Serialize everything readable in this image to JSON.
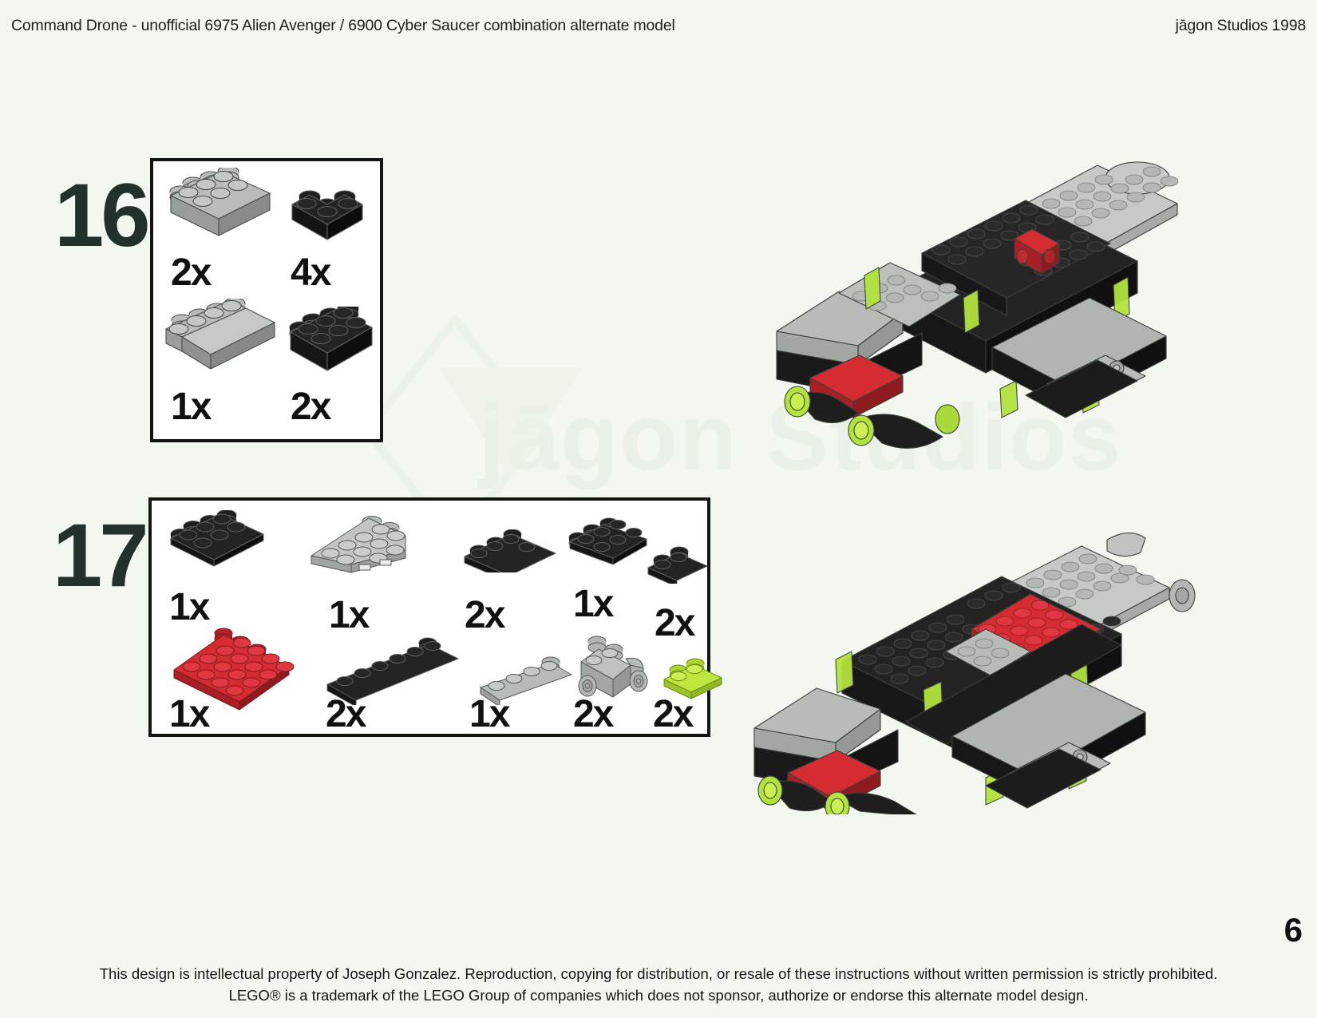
{
  "header": {
    "title": "Command Drone - unofficial 6975 Alien Avenger / 6900 Cyber Saucer combination alternate model",
    "credit": "jāgon Studios 1998"
  },
  "watermark": {
    "text": "jāgon Studios"
  },
  "steps": [
    {
      "number": "16",
      "parts": [
        {
          "name": "brick-2x4-gray",
          "qty": "2x",
          "color": "#9a9e9b"
        },
        {
          "name": "brick-2x2-corner-black",
          "qty": "4x",
          "color": "#1b1b1b"
        },
        {
          "name": "slope-2x4-gray",
          "qty": "1x",
          "color": "#a9aeab"
        },
        {
          "name": "brick-2x3-black",
          "qty": "2x",
          "color": "#1b1b1b"
        }
      ]
    },
    {
      "number": "17",
      "parts": [
        {
          "name": "plate-2x4-black",
          "qty": "1x",
          "color": "#1b1b1b"
        },
        {
          "name": "wedge-plate-gray",
          "qty": "1x",
          "color": "#b4b8b5"
        },
        {
          "name": "plate-1x4-black",
          "qty": "2x",
          "color": "#1b1b1b"
        },
        {
          "name": "plate-2x3-black",
          "qty": "1x",
          "color": "#1b1b1b"
        },
        {
          "name": "plate-1x2-black",
          "qty": "2x",
          "color": "#1b1b1b"
        },
        {
          "name": "plate-4x4-red",
          "qty": "1x",
          "color": "#cc2229"
        },
        {
          "name": "plate-1x6-black",
          "qty": "2x",
          "color": "#1b1b1b"
        },
        {
          "name": "plate-1x4-gray",
          "qty": "1x",
          "color": "#a8acaa"
        },
        {
          "name": "engine-brick-gray",
          "qty": "2x",
          "color": "#a8acaa"
        },
        {
          "name": "plate-1x2-lime",
          "qty": "2x",
          "color": "#b7e53a"
        }
      ]
    }
  ],
  "models": [
    {
      "name": "command-drone-step16-assembly"
    },
    {
      "name": "command-drone-step17-assembly"
    }
  ],
  "footer": {
    "line1": "This design is intellectual property of Joseph Gonzalez.  Reproduction, copying for distribution, or resale of these instructions without written permission is strictly prohibited.",
    "line2": "LEGO® is a trademark of the LEGO Group of companies which does not sponsor, authorize or endorse this alternate model design."
  },
  "page_number": "6",
  "colors": {
    "background": "#f2f7f0",
    "box_border": "#141414",
    "box_fill": "#ffffff",
    "black_brick": "#1b1b1b",
    "gray_brick": "#a8acaa",
    "light_gray_brick": "#c2c6c3",
    "red_brick": "#cc2229",
    "lime_brick": "#b7e53a",
    "trans_green": "#a8e03c",
    "text": "#1d1d1d"
  }
}
